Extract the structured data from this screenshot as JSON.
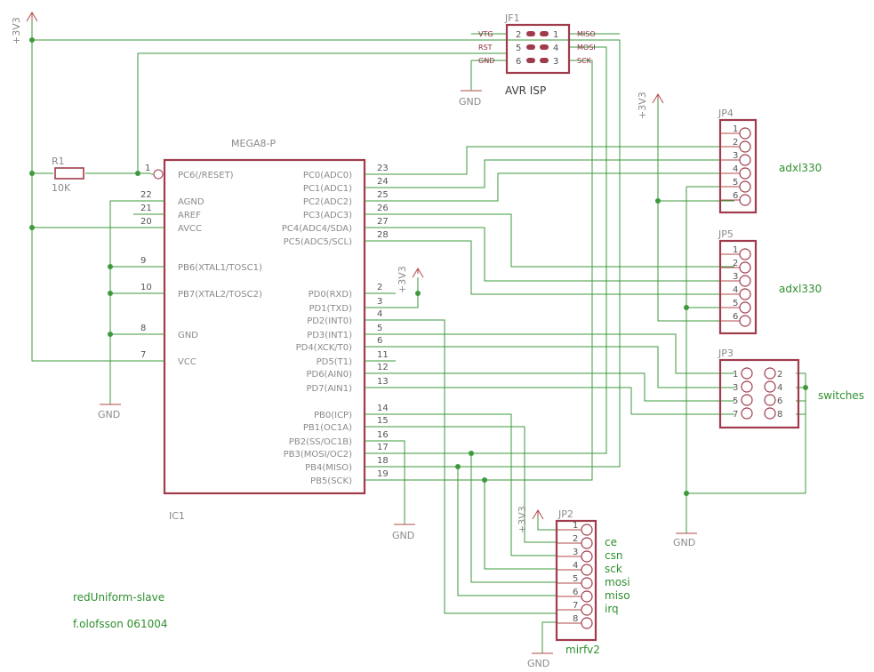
{
  "schematic": {
    "power_label": "+3V3",
    "ground_label": "GND",
    "r1": {
      "name": "R1",
      "value": "10K"
    },
    "ic1": {
      "name": "IC1",
      "part": "MEGA8-P",
      "left_pins": [
        {
          "num": "1",
          "label": "PC6(/RESET)"
        },
        {
          "num": "22",
          "label": "AGND"
        },
        {
          "num": "21",
          "label": "AREF"
        },
        {
          "num": "20",
          "label": "AVCC"
        },
        {
          "num": "9",
          "label": "PB6(XTAL1/TOSC1)"
        },
        {
          "num": "10",
          "label": "PB7(XTAL2/TOSC2)"
        },
        {
          "num": "8",
          "label": "GND"
        },
        {
          "num": "7",
          "label": "VCC"
        }
      ],
      "right_pins": [
        {
          "num": "23",
          "label": "PC0(ADC0)"
        },
        {
          "num": "24",
          "label": "PC1(ADC1)"
        },
        {
          "num": "25",
          "label": "PC2(ADC2)"
        },
        {
          "num": "26",
          "label": "PC3(ADC3)"
        },
        {
          "num": "27",
          "label": "PC4(ADC4/SDA)"
        },
        {
          "num": "28",
          "label": "PC5(ADC5/SCL)"
        },
        {
          "num": "2",
          "label": "PD0(RXD)"
        },
        {
          "num": "3",
          "label": "PD1(TXD)"
        },
        {
          "num": "4",
          "label": "PD2(INT0)"
        },
        {
          "num": "5",
          "label": "PD3(INT1)"
        },
        {
          "num": "6",
          "label": "PD4(XCK/T0)"
        },
        {
          "num": "11",
          "label": "PD5(T1)"
        },
        {
          "num": "12",
          "label": "PD6(AIN0)"
        },
        {
          "num": "13",
          "label": "PD7(AIN1)"
        },
        {
          "num": "14",
          "label": "PB0(ICP)"
        },
        {
          "num": "15",
          "label": "PB1(OC1A)"
        },
        {
          "num": "16",
          "label": "PB2(SS/OC1B)"
        },
        {
          "num": "17",
          "label": "PB3(MOSI/OC2)"
        },
        {
          "num": "18",
          "label": "PB4(MISO)"
        },
        {
          "num": "19",
          "label": "PB5(SCK)"
        }
      ]
    },
    "jf1": {
      "name": "JF1",
      "caption": "AVR ISP",
      "left_nets": [
        "VTG",
        "RST",
        "GND"
      ],
      "left_pins": [
        "2",
        "5",
        "6"
      ],
      "right_pins": [
        "1",
        "4",
        "3"
      ],
      "right_nets": [
        "MISO",
        "MOSI",
        "SCK"
      ]
    },
    "jp4": {
      "name": "JP4",
      "pins": [
        "1",
        "2",
        "3",
        "4",
        "5",
        "6"
      ],
      "label": "adxl330"
    },
    "jp5": {
      "name": "JP5",
      "pins": [
        "1",
        "2",
        "3",
        "4",
        "5",
        "6"
      ],
      "label": "adxl330"
    },
    "jp3": {
      "name": "JP3",
      "left_pins": [
        "1",
        "3",
        "5",
        "7"
      ],
      "right_pins": [
        "2",
        "4",
        "6",
        "8"
      ],
      "label": "switches"
    },
    "jp2": {
      "name": "JP2",
      "caption": "mirfv2",
      "pins": [
        "1",
        "2",
        "3",
        "4",
        "5",
        "6",
        "7",
        "8"
      ],
      "signals": [
        "ce",
        "csn",
        "sck",
        "mosi",
        "miso",
        "irq"
      ]
    },
    "footer": {
      "title": "redUniform-slave",
      "author": "f.olofsson 061004"
    }
  }
}
